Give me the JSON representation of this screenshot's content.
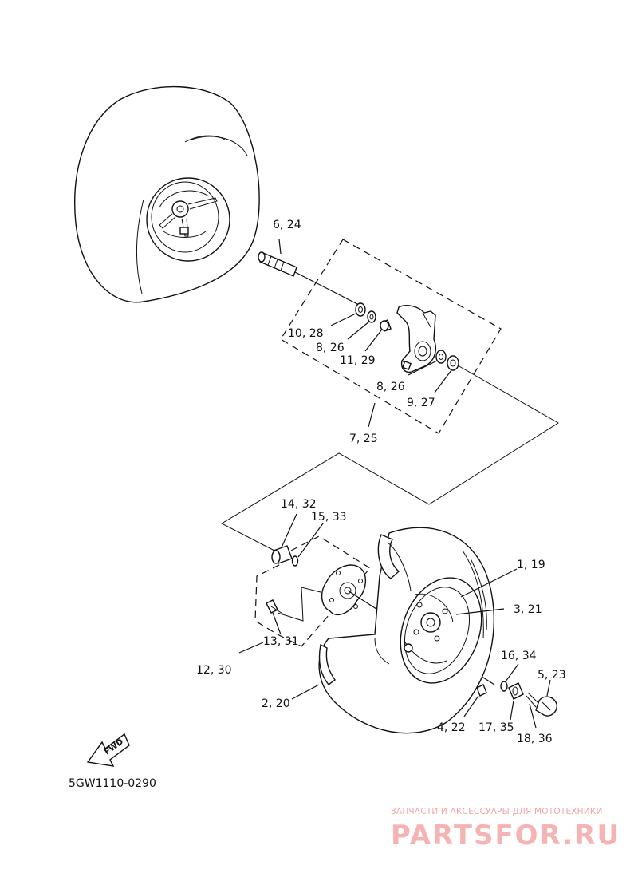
{
  "diagram": {
    "code": "5GW1110-0290",
    "fwd_label": "FWD",
    "callouts": [
      {
        "id": "c6_24",
        "text": "6, 24"
      },
      {
        "id": "c10_28",
        "text": "10, 28"
      },
      {
        "id": "c8_26a",
        "text": "8, 26"
      },
      {
        "id": "c11_29",
        "text": "11, 29"
      },
      {
        "id": "c8_26b",
        "text": "8, 26"
      },
      {
        "id": "c9_27",
        "text": "9, 27"
      },
      {
        "id": "c7_25",
        "text": "7, 25"
      },
      {
        "id": "c14_32",
        "text": "14, 32"
      },
      {
        "id": "c15_33",
        "text": "15, 33"
      },
      {
        "id": "c1_19",
        "text": "1, 19"
      },
      {
        "id": "c3_21",
        "text": "3, 21"
      },
      {
        "id": "c13_31",
        "text": "13, 31"
      },
      {
        "id": "c12_30",
        "text": "12, 30"
      },
      {
        "id": "c16_34",
        "text": "16, 34"
      },
      {
        "id": "c5_23",
        "text": "5, 23"
      },
      {
        "id": "c2_20",
        "text": "2, 20"
      },
      {
        "id": "c4_22",
        "text": "4, 22"
      },
      {
        "id": "c17_35",
        "text": "17, 35"
      },
      {
        "id": "c18_36",
        "text": "18, 36"
      }
    ]
  },
  "watermark": {
    "tagline": "ЗАПЧАСТИ И АКСЕССУАРЫ ДЛЯ МОТОТЕХНИКИ",
    "brand": "PARTSFOR.RU",
    "color": "#f2a6a6"
  }
}
